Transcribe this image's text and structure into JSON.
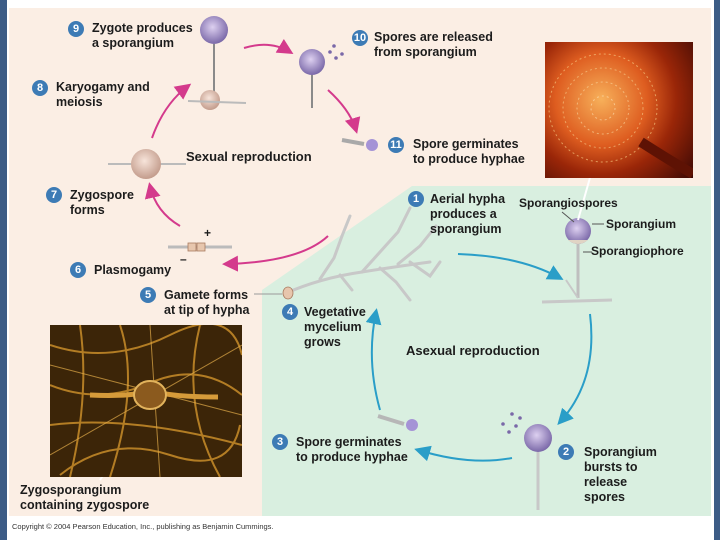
{
  "steps": [
    {
      "num": "1",
      "text": "Aerial hypha\nproduces a\nsporangium"
    },
    {
      "num": "2",
      "text": "Sporangium\nbursts to\nrelease\nspores"
    },
    {
      "num": "3",
      "text": "Spore germinates\nto produce hyphae"
    },
    {
      "num": "4",
      "text": "Vegetative\nmycelium\ngrows"
    },
    {
      "num": "5",
      "text": "Gamete forms\nat tip of hypha"
    },
    {
      "num": "6",
      "text": "Plasmogamy"
    },
    {
      "num": "7",
      "text": "Zygospore\nforms"
    },
    {
      "num": "8",
      "text": "Karyogamy and\nmeiosis"
    },
    {
      "num": "9",
      "text": "Zygote produces\na sporangium"
    },
    {
      "num": "10",
      "text": "Spores are released\nfrom sporangium"
    },
    {
      "num": "11",
      "text": "Spore germinates\nto produce hyphae"
    }
  ],
  "cycles": {
    "sexual": "Sexual reproduction",
    "asexual": "Asexual reproduction"
  },
  "parts": {
    "sporangiospores": "Sporangiospores",
    "sporangium": "Sporangium",
    "sporangiophore": "Sporangiophore",
    "zygosporangium": "Zygosporangium\ncontaining zygospore"
  },
  "signs": {
    "plus": "+",
    "minus": "–"
  },
  "copyright": "Copyright © 2004 Pearson Education, Inc., publishing as Benjamin Cummings.",
  "colors": {
    "sexual_panel": "#fbeee4",
    "asexual_panel": "#d9efe0",
    "sexual_arrow": "#d43a8c",
    "asexual_arrow": "#2a9ec8",
    "step_badge": "#3d7bb5",
    "frame": "#3c5c86"
  }
}
